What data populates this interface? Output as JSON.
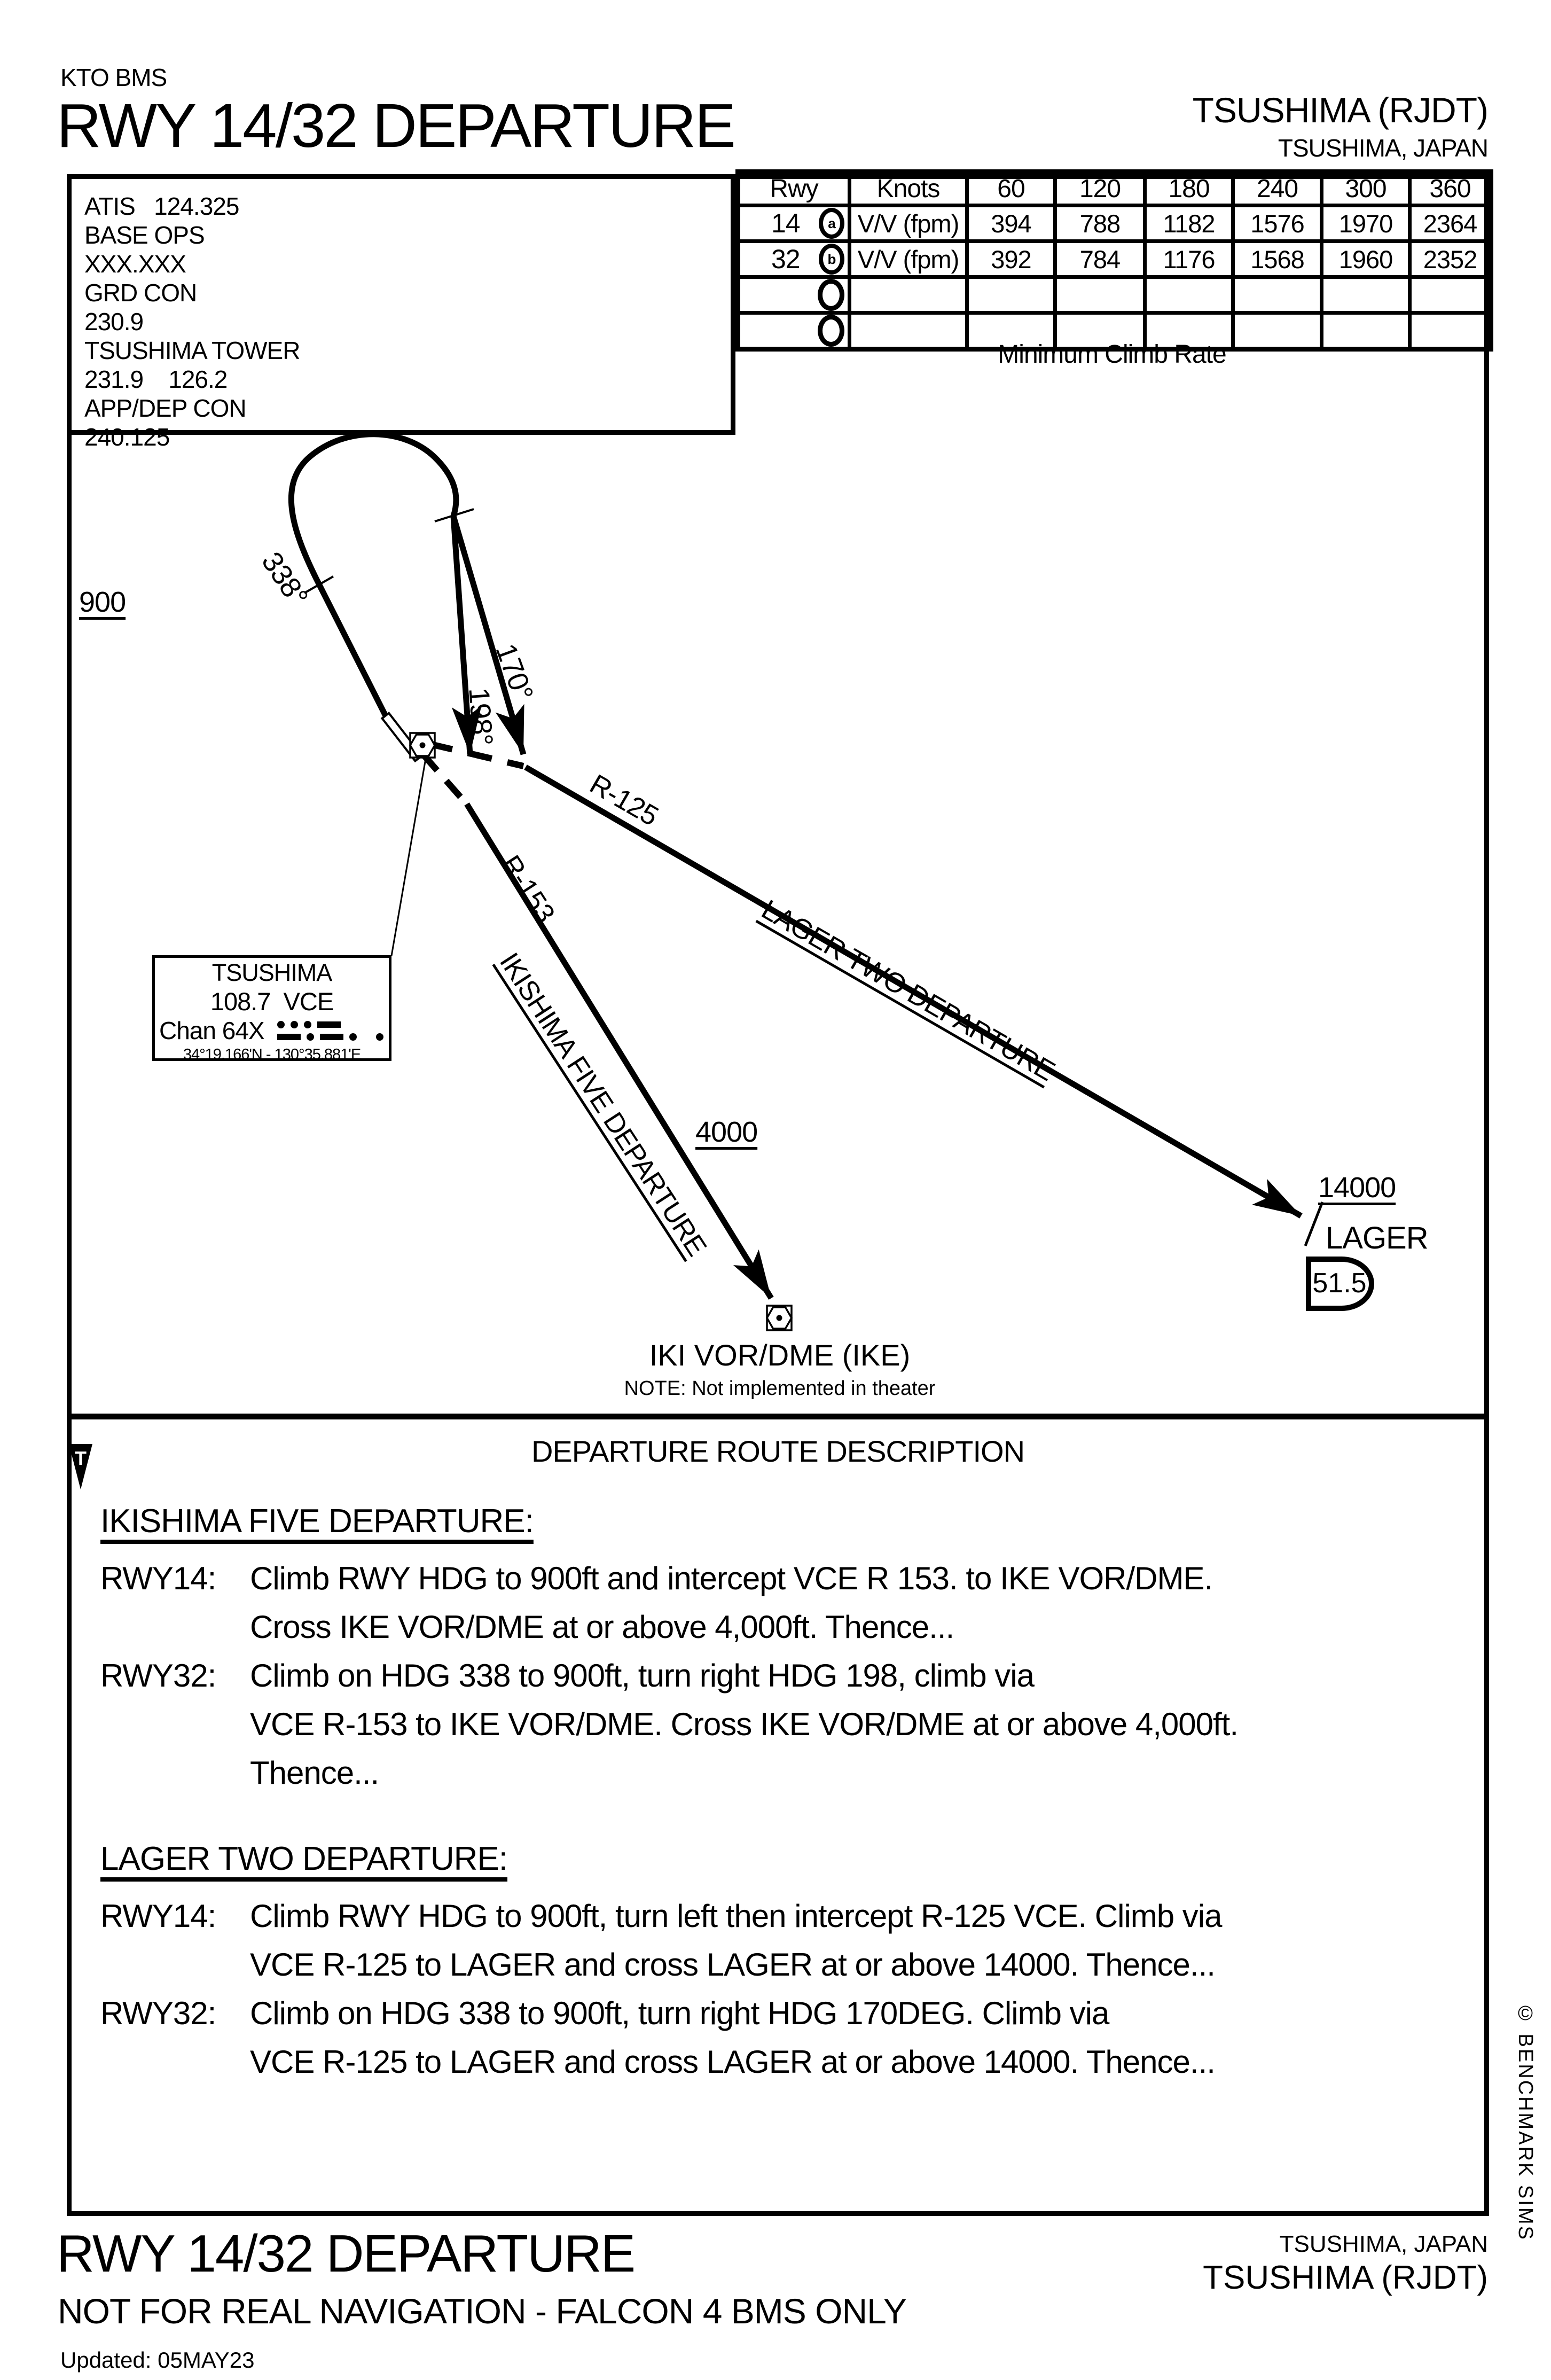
{
  "header": {
    "org": "KTO BMS",
    "title": "RWY 14/32 DEPARTURE",
    "airport": "TSUSHIMA (RJDT)",
    "city": "TSUSHIMA, JAPAN"
  },
  "comms": {
    "lines": [
      "ATIS   124.325",
      "BASE OPS",
      "XXX.XXX",
      "GRD CON",
      "230.9",
      "TSUSHIMA TOWER",
      "231.9    126.2",
      "APP/DEP CON",
      "240.125"
    ]
  },
  "climb_table": {
    "caption": "Minimum Climb Rate",
    "columns": [
      "Rwy",
      "Knots",
      "60",
      "120",
      "180",
      "240",
      "300",
      "360"
    ],
    "rows": [
      {
        "rwy": "14",
        "note": "a",
        "label": "V/V (fpm)",
        "values": [
          "394",
          "788",
          "1182",
          "1576",
          "1970",
          "2364"
        ]
      },
      {
        "rwy": "32",
        "note": "b",
        "label": "V/V (fpm)",
        "values": [
          "392",
          "784",
          "1176",
          "1568",
          "1960",
          "2352"
        ]
      },
      {
        "rwy": "",
        "note": "",
        "label": "",
        "values": [
          "",
          "",
          "",
          "",
          "",
          ""
        ]
      },
      {
        "rwy": "",
        "note": "",
        "label": "",
        "values": [
          "",
          "",
          "",
          "",
          "",
          ""
        ]
      }
    ]
  },
  "chart": {
    "alt_900": "900",
    "hdg_338": "338°",
    "hdg_170": "170°",
    "hdg_198": "198°",
    "radial_125": "R-125",
    "radial_153": "R-153",
    "lager_route": "LAGER TWO DEPARTURE",
    "ikishima_route": "IKISHIMA FIVE DEPARTURE",
    "alt_4000": "4000",
    "alt_14000": "14000",
    "lager_fix": "LAGER",
    "lager_dme": "51.5",
    "iki_title": "IKI VOR/DME (IKE)",
    "iki_note": "NOTE: Not implemented in theater",
    "vor_box": {
      "name": "TSUSHIMA",
      "freq": "108.7  VCE",
      "chan": "Chan 64X",
      "coords": "34°19.166'N - 130°35.881'E"
    }
  },
  "description": {
    "heading": "DEPARTURE ROUTE DESCRIPTION",
    "t_symbol": "T",
    "sections": [
      {
        "title": "IKISHIMA FIVE DEPARTURE:",
        "lines": [
          {
            "label": "RWY14:",
            "text": "Climb RWY HDG to 900ft and intercept VCE R 153. to IKE VOR/DME."
          },
          {
            "label": "",
            "text": "Cross IKE VOR/DME at or above 4,000ft.  Thence..."
          },
          {
            "label": "RWY32:",
            "text": "Climb on HDG 338 to 900ft, turn right HDG 198, climb via"
          },
          {
            "label": "",
            "text": "VCE R-153 to IKE VOR/DME. Cross IKE VOR/DME at or above 4,000ft."
          },
          {
            "label": "",
            "text": "Thence..."
          }
        ]
      },
      {
        "title": "LAGER TWO DEPARTURE:",
        "lines": [
          {
            "label": "RWY14:",
            "text": "Climb RWY HDG to 900ft, turn left then intercept R-125 VCE. Climb via"
          },
          {
            "label": "",
            "text": "VCE R-125 to LAGER and cross LAGER at or above 14000. Thence..."
          },
          {
            "label": "RWY32:",
            "text": "Climb on HDG 338 to 900ft, turn right HDG 170DEG. Climb via"
          },
          {
            "label": "",
            "text": "VCE R-125 to LAGER and cross LAGER at or above 14000. Thence..."
          }
        ]
      }
    ]
  },
  "footer": {
    "title": "RWY 14/32 DEPARTURE",
    "city": "TSUSHIMA, JAPAN",
    "airport": "TSUSHIMA (RJDT)",
    "warning": "NOT FOR REAL NAVIGATION - FALCON 4 BMS ONLY",
    "updated": "Updated: 05MAY23",
    "copyright": "© BENCHMARK SIMS"
  }
}
